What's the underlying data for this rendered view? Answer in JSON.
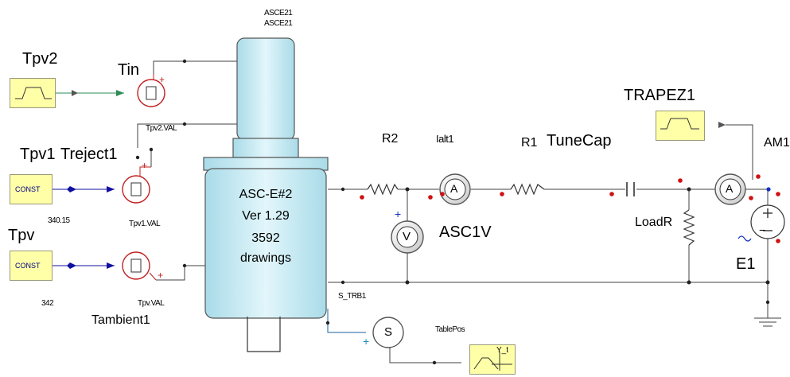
{
  "labels": {
    "tpv2": "Tpv2",
    "tin": "Tin",
    "tpv1": "Tpv1",
    "treject1": "Treject1",
    "tpv": "Tpv",
    "tambient1": "Tambient1",
    "val_340": "340.15",
    "val_342": "342",
    "tpv2val": "Tpv2.VAL",
    "tpv1val": "Tpv1.VAL",
    "tpvval": "Tpv.VAL",
    "asce21_a": "ASCE21",
    "asce21_b": "ASCE21",
    "r2": "R2",
    "ialt1": "Ialt1",
    "r1": "R1",
    "tunecap": "TuneCap",
    "trapez1": "TRAPEZ1",
    "am1": "AM1",
    "asc1v": "ASC1V",
    "loadr": "LoadR",
    "e1": "E1",
    "s_trb1": "S_TRB1",
    "tablepos": "TablePos",
    "sensor_s": "S",
    "tablefn": "Y_t"
  },
  "tank": {
    "line1": "ASC-E#2",
    "line2": "Ver 1.29",
    "line3": "3592",
    "line4": "drawings"
  },
  "blocks": {
    "const1": "CONST",
    "const2": "CONST"
  },
  "meters": {
    "ammeter": "A",
    "voltmeter": "V"
  },
  "colors": {
    "wire": "#404040",
    "signal_green": "#2e8b57",
    "signal_blue": "#1010a0",
    "source_red": "#c02020",
    "tank_fill": "#cdeef7",
    "block_fill": "#ffffa8",
    "node_red": "#d01010",
    "node_blue": "#1030c0"
  }
}
